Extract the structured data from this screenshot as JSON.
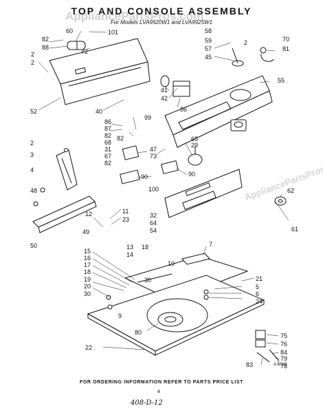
{
  "header": {
    "title": "TOP AND CONSOLE ASSEMBLY",
    "subtitle": "For Models LVA9920W1 and LVA9925W1",
    "watermark": "AppliancePartsPros.com"
  },
  "footer": {
    "note": "FOR ORDERING INFORMATION REFER TO PARTS PRICE LIST",
    "page_number": "4",
    "handwritten": "408-D-12",
    "diagram_code": "A-3509"
  },
  "callouts": [
    "2",
    "3",
    "4",
    "5",
    "6",
    "7",
    "9",
    "10",
    "11",
    "12",
    "13",
    "14",
    "15",
    "16",
    "17",
    "18",
    "19",
    "20",
    "21",
    "22",
    "23",
    "24",
    "29",
    "30",
    "31",
    "32",
    "40",
    "41",
    "42",
    "45",
    "47",
    "48",
    "49",
    "50",
    "52",
    "54",
    "55",
    "56",
    "57",
    "58",
    "59",
    "60",
    "61",
    "62",
    "64",
    "65",
    "67",
    "68",
    "70",
    "72",
    "73",
    "75",
    "76",
    "78",
    "79",
    "80",
    "81",
    "82",
    "83",
    "84",
    "86",
    "87",
    "88",
    "90",
    "99",
    "100",
    "101"
  ]
}
